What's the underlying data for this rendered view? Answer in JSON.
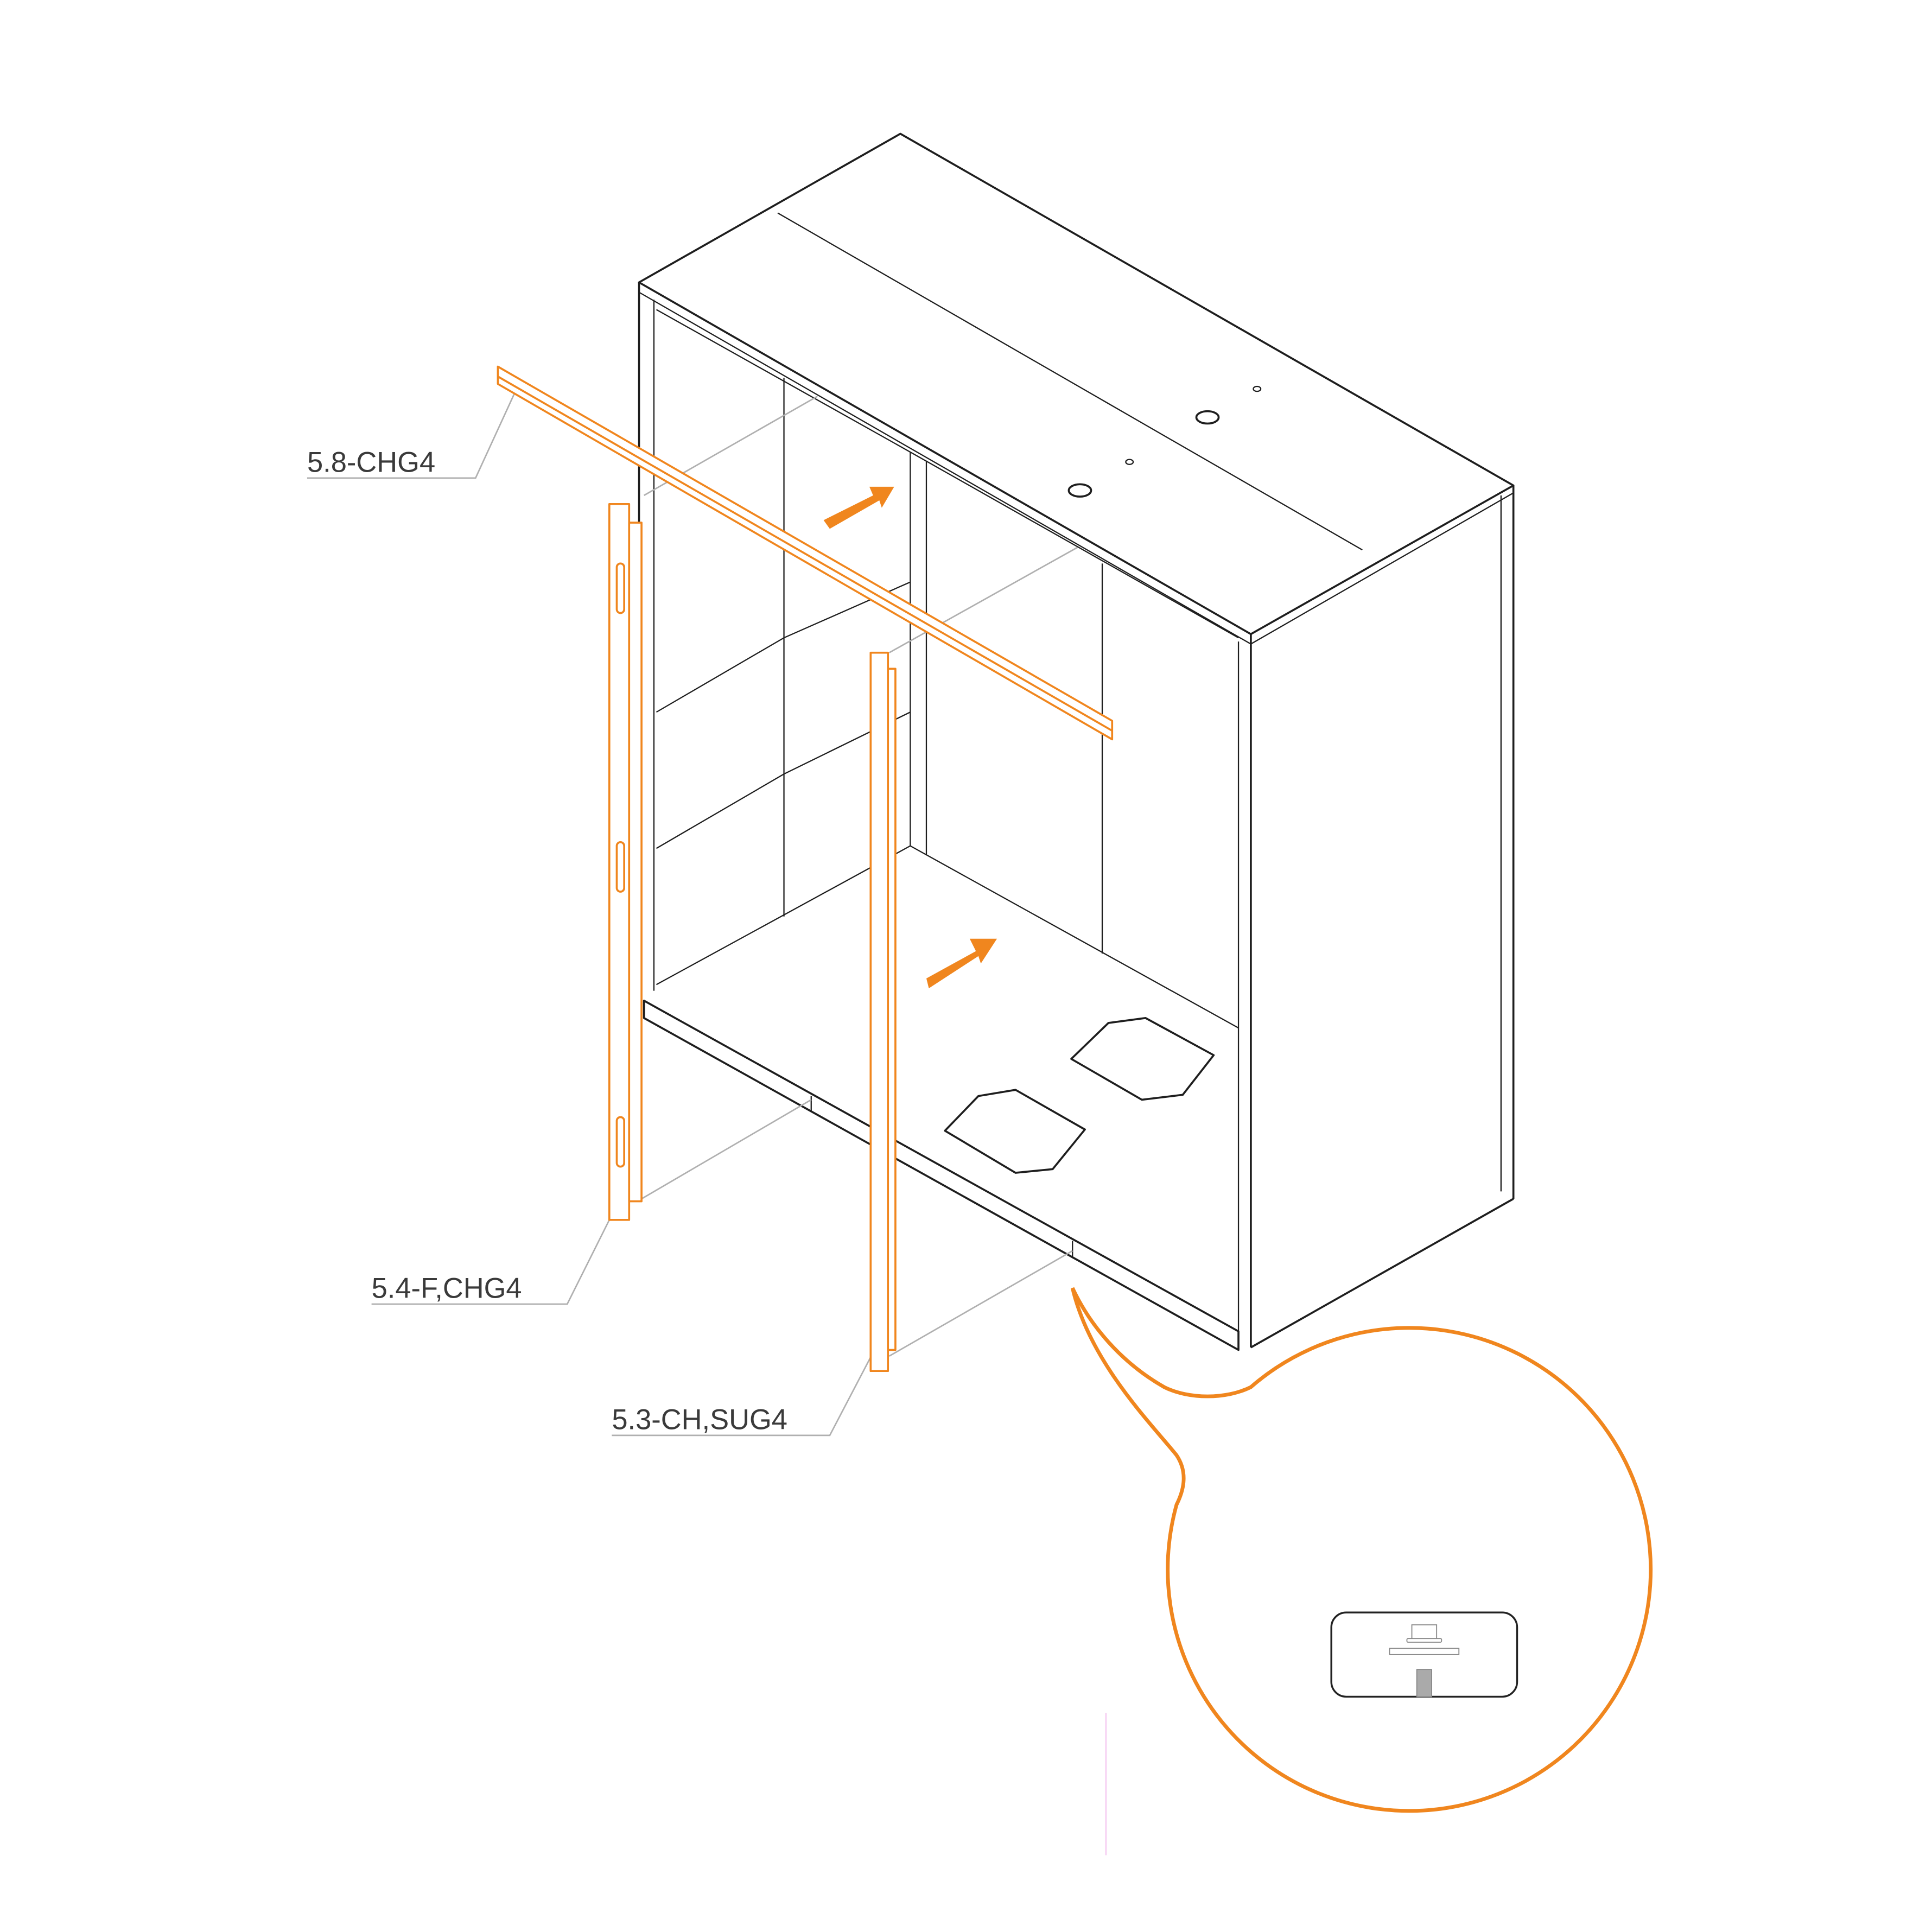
{
  "labels": {
    "top_rail": "5.8-CHG4",
    "left_post": "5.4-F,CHG4",
    "right_post": "5.3-CH,SUG4"
  },
  "colors": {
    "accent": "#f0861e",
    "line": "#1e1e1e",
    "leader": "#b0b0b0"
  },
  "icons": [
    "arrow-icon",
    "bolt-detail-icon"
  ]
}
